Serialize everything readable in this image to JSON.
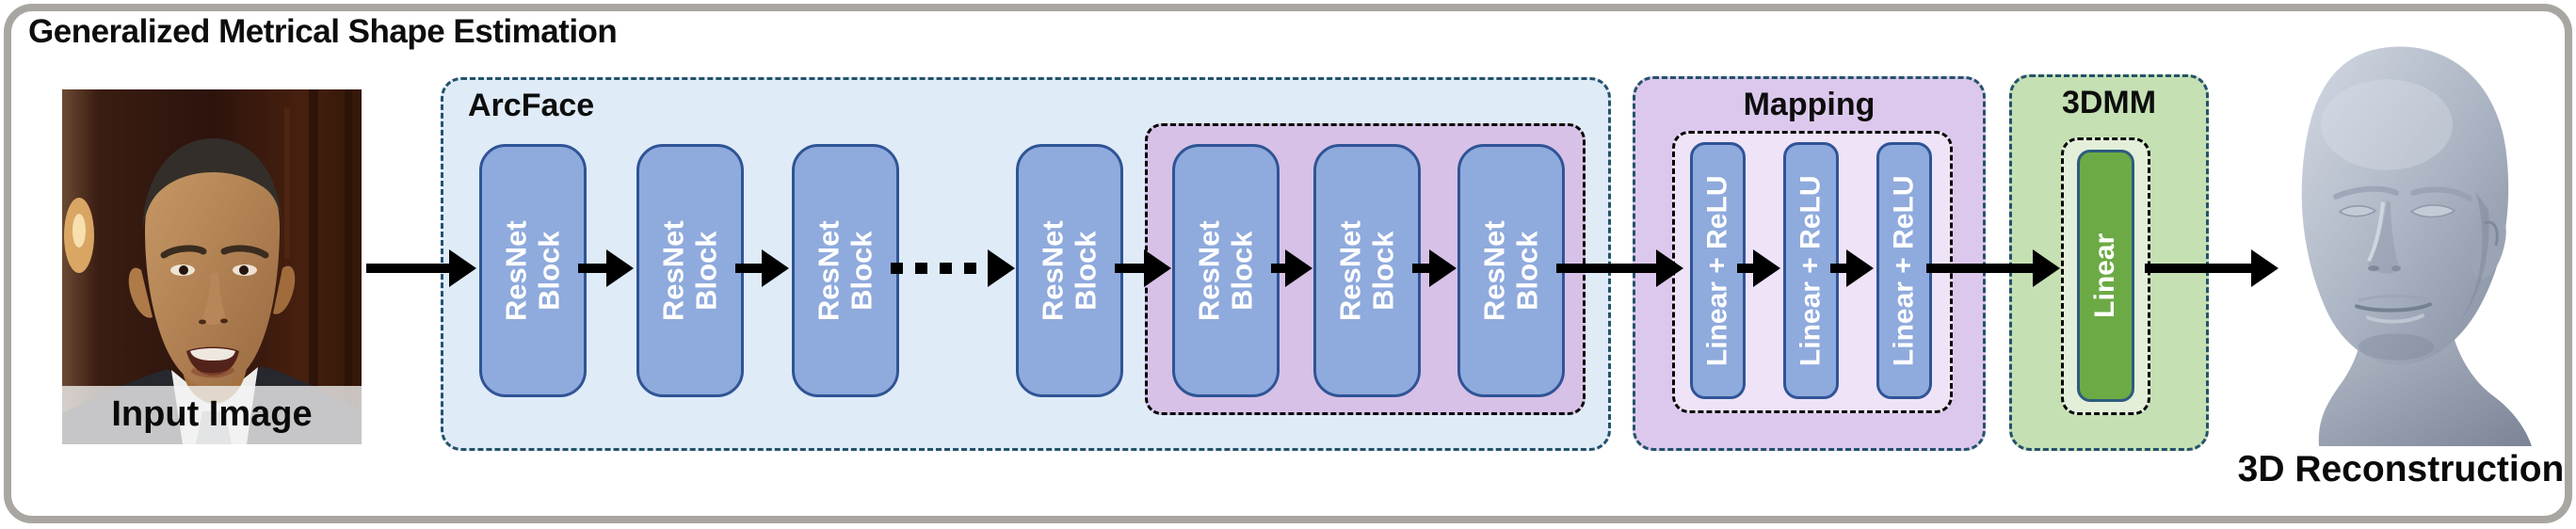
{
  "title": "Generalized Metrical Shape Estimation",
  "input_image": {
    "caption": "Input Image"
  },
  "sections": {
    "arcface": {
      "label": "ArcFace",
      "blocks": [
        "ResNet\nBlock",
        "ResNet\nBlock",
        "ResNet\nBlock",
        "ResNet\nBlock",
        "ResNet\nBlock",
        "ResNet\nBlock",
        "ResNet\nBlock"
      ]
    },
    "mapping": {
      "label": "Mapping",
      "blocks": [
        "Linear + ReLU",
        "Linear + ReLU",
        "Linear + ReLU"
      ]
    },
    "mm3d": {
      "label": "3DMM",
      "blocks": [
        "Linear"
      ]
    }
  },
  "output": {
    "caption": "3D Reconstruction"
  },
  "colors": {
    "frame_border": "#a9a6a2",
    "section_border": "#24526b",
    "inner_border": "#000000",
    "arcface_bg": "#dfebf7",
    "resnet_fill": "#8faadc",
    "resnet_border": "#2f5496",
    "purple_sub_bg": "#d7c1e6",
    "mapping_bg": "#dcc8ec",
    "mapping_inner_bg": "#efe3f8",
    "mm3d_bg": "#c5e0b3",
    "mm3d_inner_bg": "#e3efd9",
    "linear_fill": "#6caa45",
    "linear_border": "#2e5b7d",
    "arrow": "#000000"
  }
}
